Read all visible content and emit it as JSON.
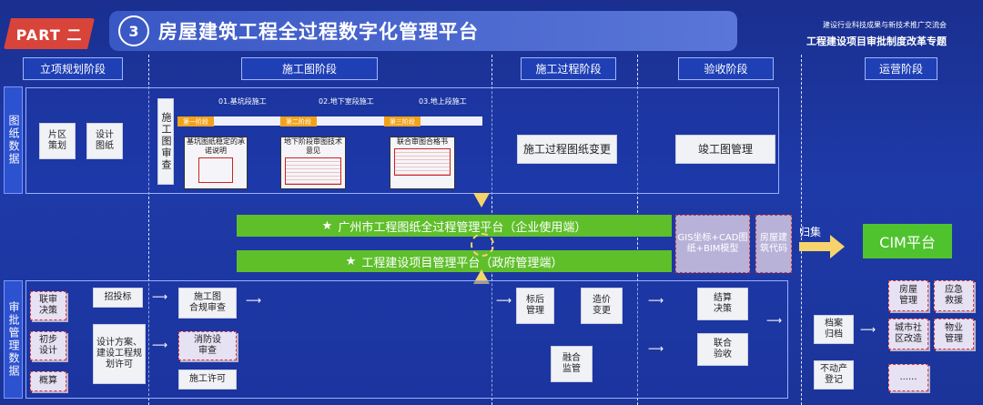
{
  "header": {
    "part_label": "PART 二",
    "title_number": "3",
    "title": "房屋建筑工程全过程数字化管理平台",
    "org_line": "建设行业科技成果与新技术推广交流会",
    "theme_line": "工程建设项目审批制度改革专题"
  },
  "stages": [
    "立项规划阶段",
    "施工图阶段",
    "施工过程阶段",
    "验收阶段",
    "运营阶段"
  ],
  "side_labels": {
    "drawings": "图纸数据",
    "approval": "审批管理数据"
  },
  "drawings_row": {
    "lixiang": [
      "片区\n策划",
      "设计\n图纸"
    ],
    "shigongtu_review_label": "施工图审查",
    "phases": [
      {
        "chip": "第一阶段",
        "label": "01.基坑段施工"
      },
      {
        "chip": "第二阶段",
        "label": "02.地下室段施工"
      },
      {
        "chip": "第三阶段",
        "label": "03.地上段施工"
      }
    ],
    "certs": [
      "基坑图纸稳定的承诺说明",
      "地下阶段审图技术意见",
      "联合审图合格书"
    ],
    "process_change": "施工过程图纸变更",
    "as_built": "竣工图管理"
  },
  "platforms": {
    "enterprise": "广州市工程图纸全过程管理平台（企业使用端）",
    "government": "工程建设项目管理平台（政府管理端）",
    "gis": "GIS坐标+CAD图纸+BIM模型",
    "building_code": "房屋建筑代码",
    "collect_label": "归集",
    "cim": "CIM平台"
  },
  "approval_row": {
    "lixiang_left": [
      "联审\n决策",
      "初步\n设计",
      "概算"
    ],
    "lixiang_mid": [
      "招投标",
      "设计方案、建设工程规划许可"
    ],
    "shigongtu": [
      "施工图\n合规审查",
      "消防设\n审查",
      "施工许可"
    ],
    "process": [
      "标后\n管理",
      "造价\n变更",
      "融合\n监管"
    ],
    "acceptance": [
      "结算\n决策",
      "联合\n验收"
    ],
    "archive": [
      "档案\n归档",
      "不动产\n登记"
    ],
    "operation": [
      "房屋\n管理",
      "应急\n救援",
      "城市社\n区改造",
      "物业\n管理",
      "......"
    ]
  }
}
